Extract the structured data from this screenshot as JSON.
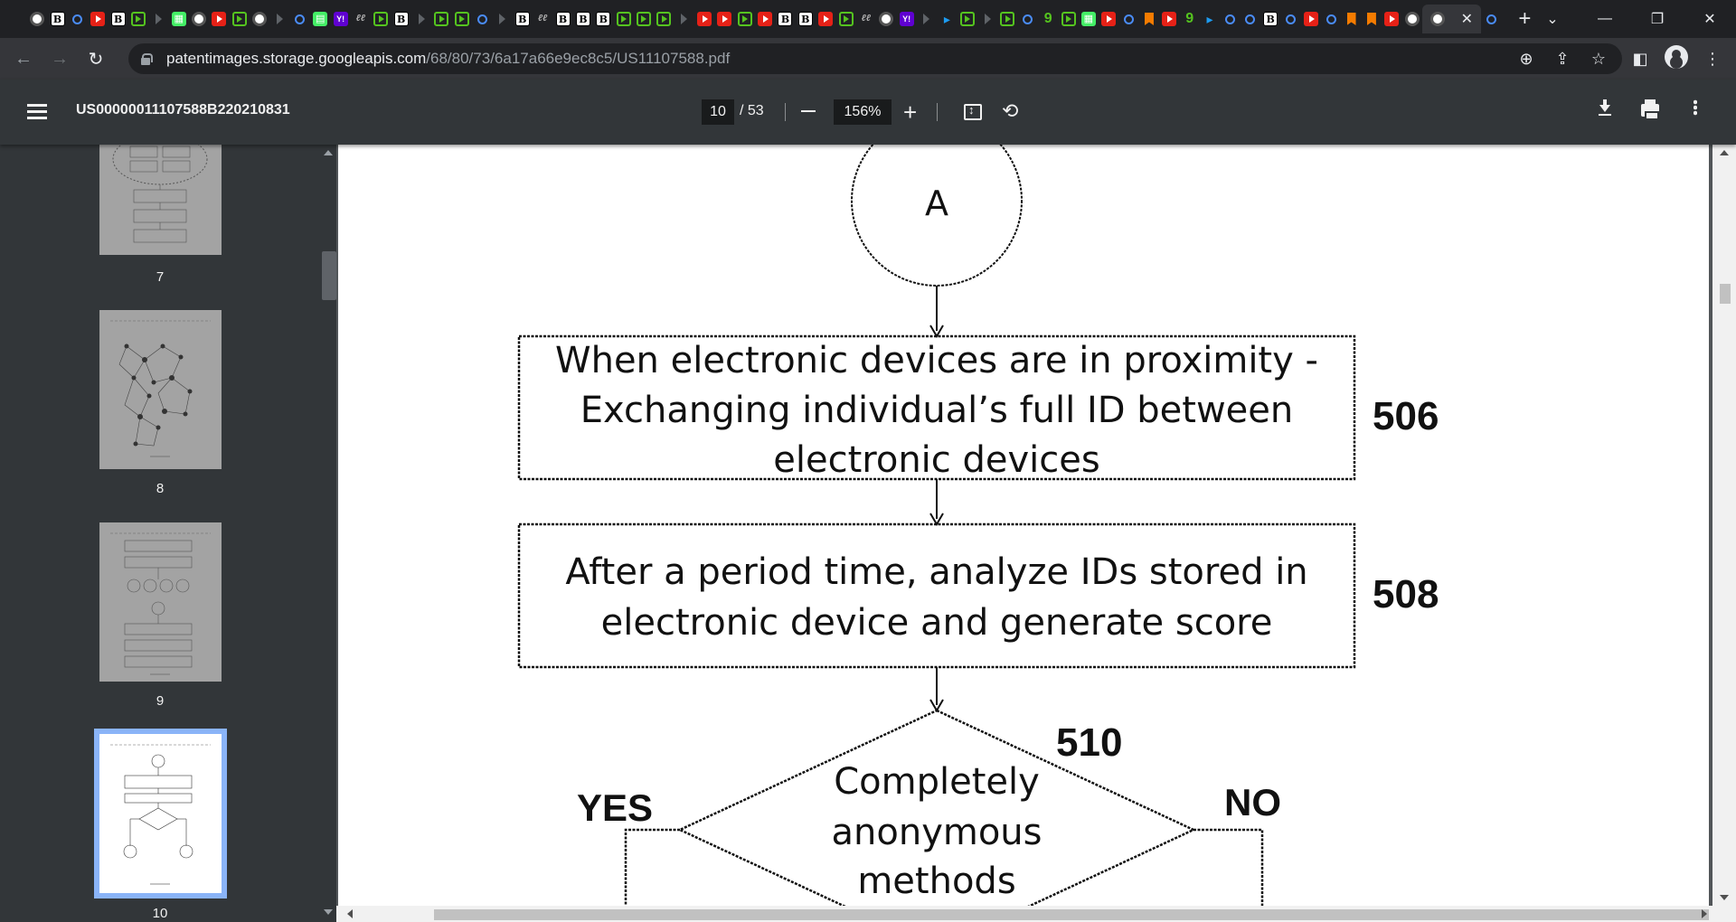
{
  "browser": {
    "tabs": [
      {
        "icon": "globe-icon"
      },
      {
        "icon": "pdf-icon"
      },
      {
        "icon": "search-icon"
      },
      {
        "icon": "youtube-icon"
      },
      {
        "icon": "pdf-icon"
      },
      {
        "icon": "play-icon"
      },
      {
        "icon": "chevron-icon"
      },
      {
        "icon": "image-icon"
      },
      {
        "icon": "globe-icon"
      },
      {
        "icon": "youtube-icon"
      },
      {
        "icon": "play-icon"
      },
      {
        "icon": "globe-icon"
      },
      {
        "icon": "chevron-icon"
      },
      {
        "icon": "search-icon"
      },
      {
        "icon": "hb-icon"
      },
      {
        "icon": "yahoo-icon"
      },
      {
        "icon": "vk-icon"
      },
      {
        "icon": "play-icon"
      },
      {
        "icon": "pdf-icon"
      },
      {
        "icon": "chevron-icon"
      },
      {
        "icon": "play-icon"
      },
      {
        "icon": "play-icon"
      },
      {
        "icon": "search-icon"
      },
      {
        "icon": "chevron-icon"
      },
      {
        "icon": "pdf-icon"
      },
      {
        "icon": "vk-icon"
      },
      {
        "icon": "pdf-icon"
      },
      {
        "icon": "pdf-icon"
      },
      {
        "icon": "pdf-icon"
      },
      {
        "icon": "play-icon"
      },
      {
        "icon": "play-icon"
      },
      {
        "icon": "play-icon"
      },
      {
        "icon": "chevron-icon"
      },
      {
        "icon": "youtube-icon"
      },
      {
        "icon": "youtube-icon"
      },
      {
        "icon": "play-icon"
      },
      {
        "icon": "youtube-icon"
      },
      {
        "icon": "pdf-icon"
      },
      {
        "icon": "pdf-icon"
      },
      {
        "icon": "youtube-icon"
      },
      {
        "icon": "play-icon"
      },
      {
        "icon": "vk-icon"
      },
      {
        "icon": "globe-icon"
      },
      {
        "icon": "yahoo-icon"
      },
      {
        "icon": "chevron-icon"
      },
      {
        "icon": "bird-icon"
      },
      {
        "icon": "play-icon"
      },
      {
        "icon": "chevron-icon"
      },
      {
        "icon": "play-icon"
      },
      {
        "icon": "search-icon"
      },
      {
        "icon": "g9-icon"
      },
      {
        "icon": "play-icon"
      },
      {
        "icon": "image-icon"
      },
      {
        "icon": "youtube-icon"
      },
      {
        "icon": "search-icon"
      },
      {
        "icon": "bookmark-icon"
      },
      {
        "icon": "youtube-icon"
      },
      {
        "icon": "g9-icon"
      },
      {
        "icon": "bird-icon"
      },
      {
        "icon": "search-icon"
      },
      {
        "icon": "search-icon"
      },
      {
        "icon": "pdf-icon"
      },
      {
        "icon": "search-icon"
      },
      {
        "icon": "youtube-icon"
      },
      {
        "icon": "search-icon"
      },
      {
        "icon": "bookmark-icon"
      },
      {
        "icon": "bookmark-icon"
      },
      {
        "icon": "youtube-icon"
      },
      {
        "icon": "globe-icon"
      }
    ],
    "url_host": "patentimages.storage.googleapis.com",
    "url_path": "/68/80/73/6a17a66e9ec8c5/US11107588.pdf"
  },
  "pdf": {
    "doc_title": "US00000011107588B220210831",
    "current_page": "10",
    "total_pages": "/ 53",
    "zoom": "156%"
  },
  "thumbnails": [
    {
      "num": "7",
      "selected": false
    },
    {
      "num": "8",
      "selected": false
    },
    {
      "num": "9",
      "selected": false
    },
    {
      "num": "10",
      "selected": true
    }
  ],
  "flowchart": {
    "connector": "A",
    "box_506_lines": [
      "When electronic devices are in proximity -",
      "Exchanging individual’s full ID between",
      "electronic devices"
    ],
    "label_506": "506",
    "box_508_lines": [
      "After a period time, analyze IDs stored in",
      "electronic device and generate score"
    ],
    "label_508": "508",
    "diamond_lines": [
      "Completely",
      "anonymous",
      "methods"
    ],
    "label_510": "510",
    "yes": "YES",
    "no": "NO"
  },
  "colors": {
    "chrome_dark": "#202124",
    "chrome_toolbar": "#35363a",
    "pdf_toolbar": "#323639",
    "selection_outline": "#8ab4f8"
  }
}
